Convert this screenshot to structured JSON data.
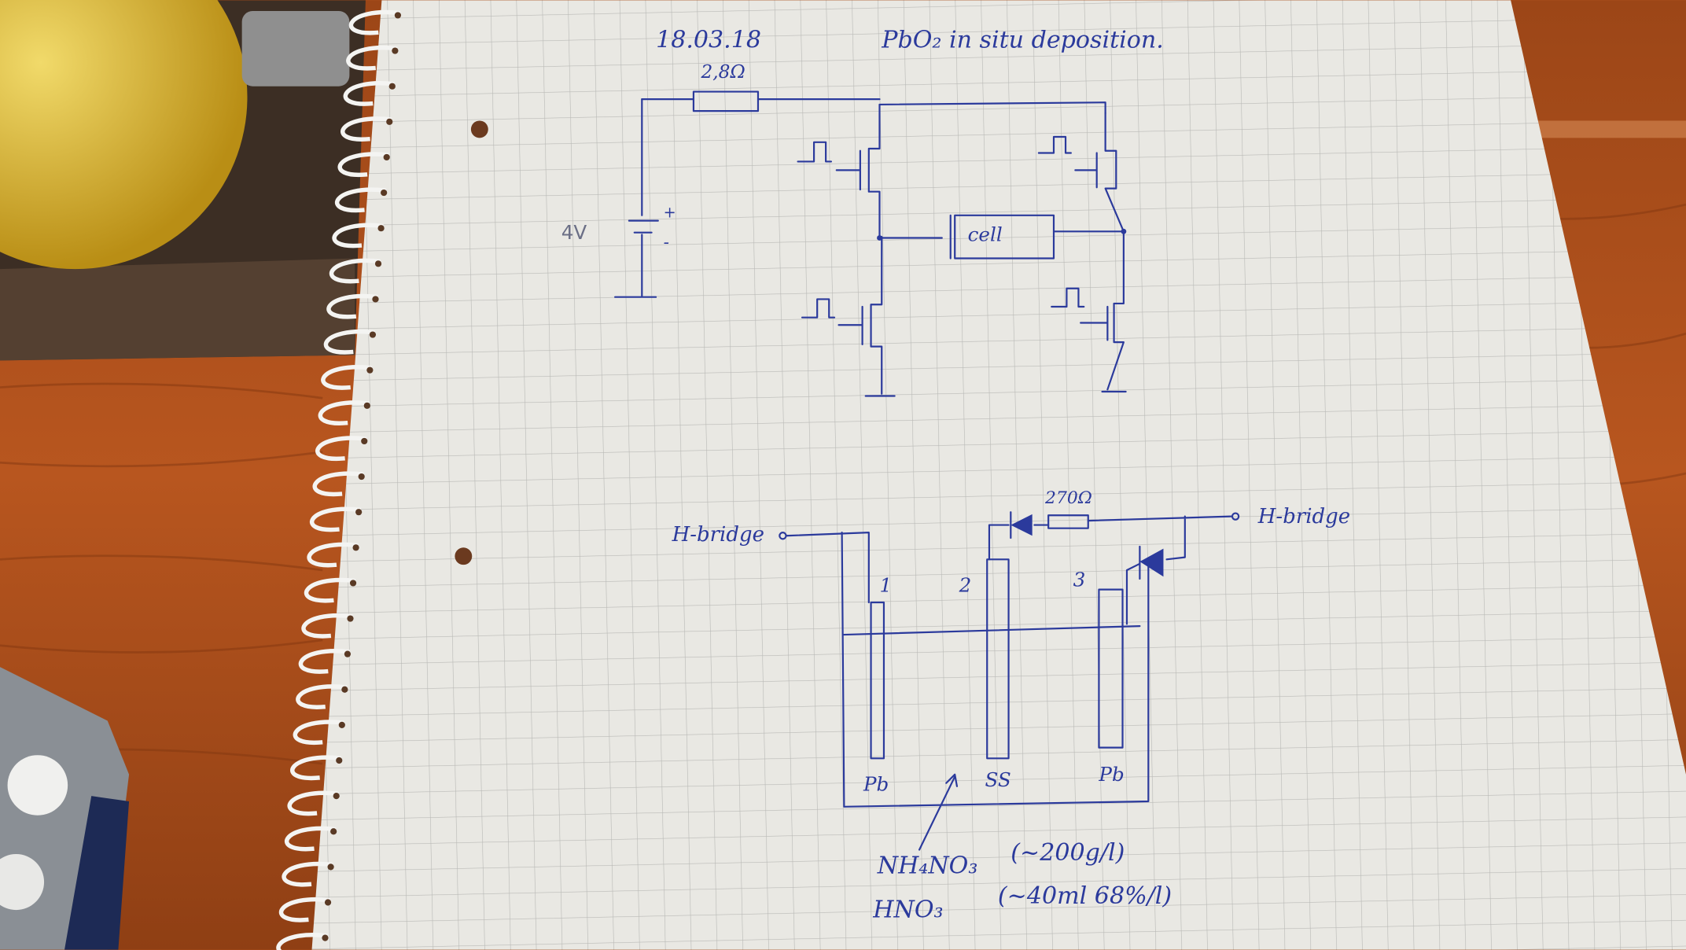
{
  "colors": {
    "ink": "#2b3a9c",
    "paper": "#e9e8e3",
    "grid": "#b9b9b6",
    "wood": "#b0521d"
  },
  "header": {
    "date": "18.03.18",
    "title": "PbO₂ in situ deposition."
  },
  "power_circuit": {
    "series_resistor": "2,8Ω",
    "supply_voltage": "4V",
    "battery_plus": "+",
    "battery_minus": "-",
    "load_label": "cell"
  },
  "cell_circuit": {
    "left_terminal": "H-bridge",
    "right_terminal": "H-bridge",
    "resistor": "270Ω",
    "electrodes": [
      {
        "number": "1",
        "material": "Pb"
      },
      {
        "number": "2",
        "material": "SS"
      },
      {
        "number": "3",
        "material": "Pb"
      }
    ],
    "electrolyte": [
      {
        "compound": "NH₄NO₃",
        "amount": "(~200g/l)"
      },
      {
        "compound": "HNO₃",
        "amount": "(~40ml 68%/l)"
      }
    ]
  }
}
